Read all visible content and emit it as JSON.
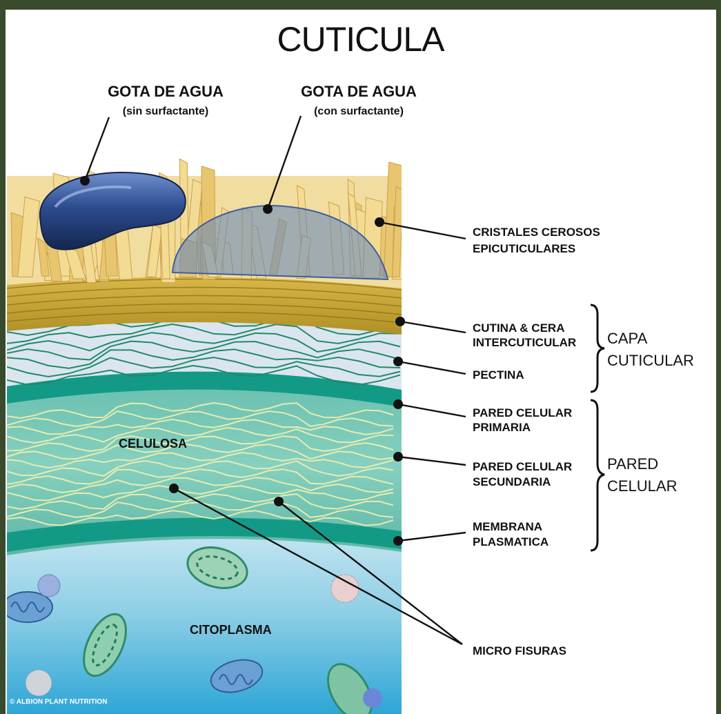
{
  "title": "CUTICULA",
  "drops": [
    {
      "title": "GOTA DE AGUA",
      "subtitle": "(sin surfactante)"
    },
    {
      "title": "GOTA DE AGUA",
      "subtitle": "(con surfactante)"
    }
  ],
  "labels": {
    "cristales_1": "CRISTALES CEROSOS",
    "cristales_2": "EPICUTICULARES",
    "cutina_1": "CUTINA & CERA",
    "cutina_2": "INTERCUTICULAR",
    "pectina": "PECTINA",
    "primaria_1": "PARED CELULAR",
    "primaria_2": "PRIMARIA",
    "secundaria_1": "PARED CELULAR",
    "secundaria_2": "SECUNDARIA",
    "membrana_1": "MEMBRANA",
    "membrana_2": "PLASMATICA",
    "micro": "MICRO FISURAS",
    "celulosa": "CELULOSA",
    "citoplasma": "CITOPLASMA"
  },
  "groups": {
    "capa_1": "CAPA",
    "capa_2": "CUTICULAR",
    "pared_1": "PARED",
    "pared_2": "CELULAR"
  },
  "copyright": "© ALBION PLANT NUTRITION",
  "colors": {
    "wax": "#f0d58e",
    "cutin": "#c9a738",
    "pectin": "#d7e3ef",
    "fiber_green": "#1f8a66",
    "wall": "#5fb8a8",
    "cellulose": "#f3f0b0",
    "cytoplasm": "#4fb4d8",
    "drop_blue": "#2f4d8c"
  }
}
